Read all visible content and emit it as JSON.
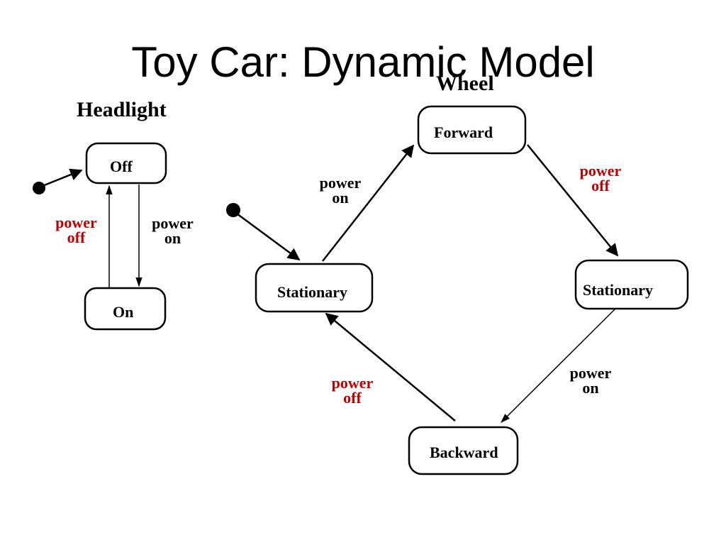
{
  "title": "Toy Car: Dynamic Model",
  "headlight": {
    "section_label": "Headlight",
    "states": {
      "off": "Off",
      "on": "On"
    },
    "transitions": {
      "off_to_on": {
        "line1": "power",
        "line2": "on"
      },
      "on_to_off": {
        "line1": "power",
        "line2": "off"
      }
    }
  },
  "wheel": {
    "section_label": "Wheel",
    "states": {
      "forward": "Forward",
      "stationary_left": "Stationary",
      "stationary_right": "Stationary",
      "backward": "Backward"
    },
    "transitions": {
      "stationary_to_forward": {
        "line1": "power",
        "line2": "on"
      },
      "forward_to_stationary": {
        "line1": "power",
        "line2": "off"
      },
      "stationary_to_backward": {
        "line1": "power",
        "line2": "on"
      },
      "backward_to_stationary": {
        "line1": "power",
        "line2": "off"
      }
    }
  },
  "colors": {
    "event_off": "#c00000",
    "event_on": "#000000",
    "stroke": "#000000"
  }
}
